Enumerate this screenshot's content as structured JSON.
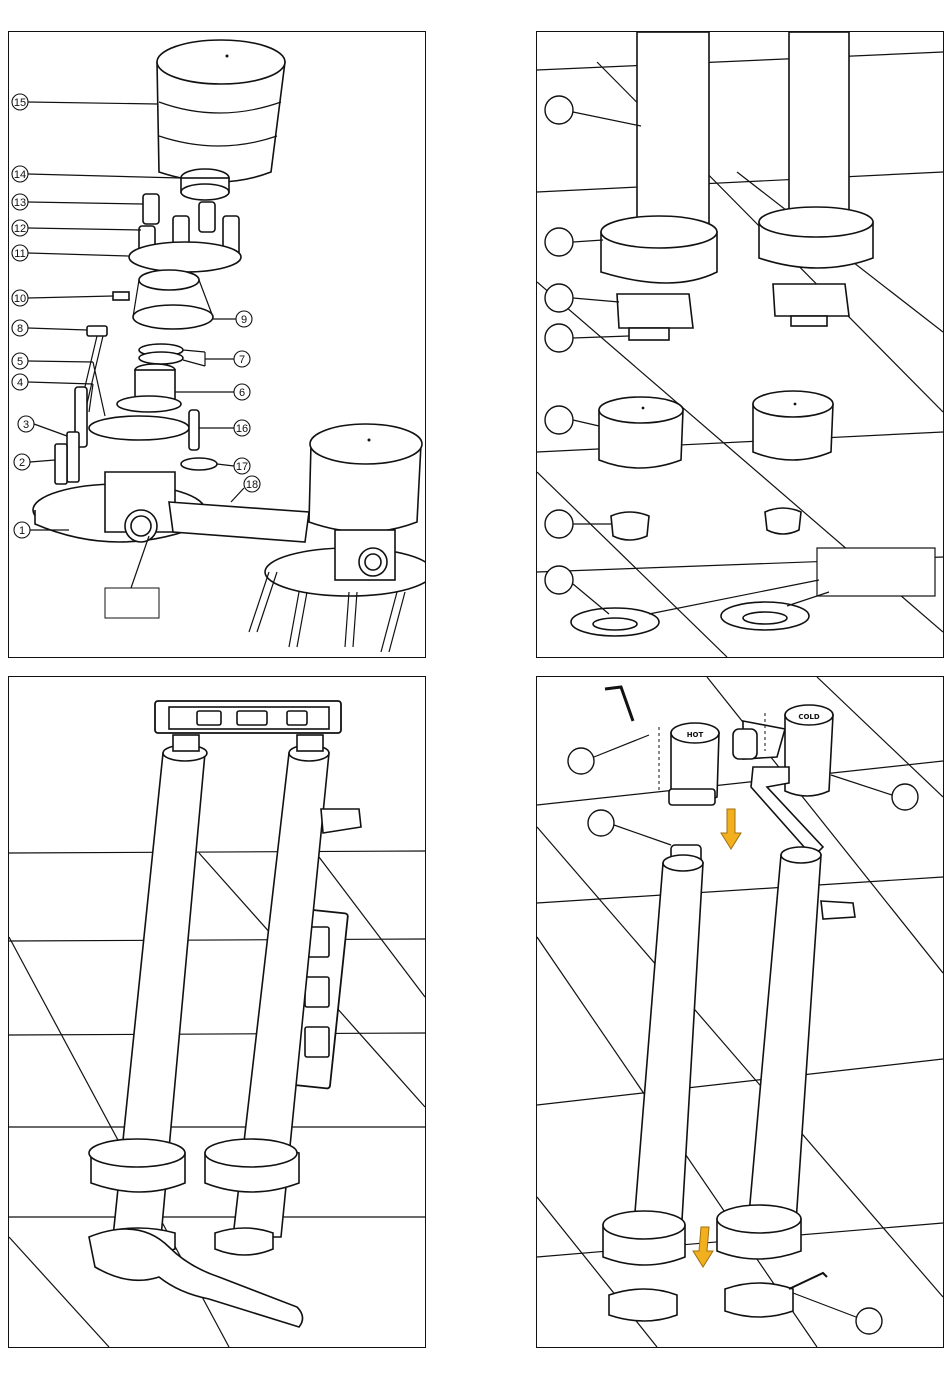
{
  "panels": [
    {
      "id": "exploded-view",
      "callouts": [
        "1",
        "2",
        "3",
        "4",
        "5",
        "6",
        "7",
        "8",
        "9",
        "10",
        "11",
        "12",
        "13",
        "14",
        "15",
        "16",
        "17",
        "18"
      ]
    },
    {
      "id": "install-step-pipes",
      "callouts": [
        "",
        "",
        "",
        "",
        "",
        "",
        ""
      ],
      "label_box": ""
    },
    {
      "id": "levelling-step",
      "callouts": []
    },
    {
      "id": "fit-handles-step",
      "handle_labels": [
        "HOT",
        "COLD"
      ],
      "callouts": [
        "",
        "",
        "",
        ""
      ],
      "colors": {
        "arrow": "#f2b01e"
      }
    }
  ]
}
